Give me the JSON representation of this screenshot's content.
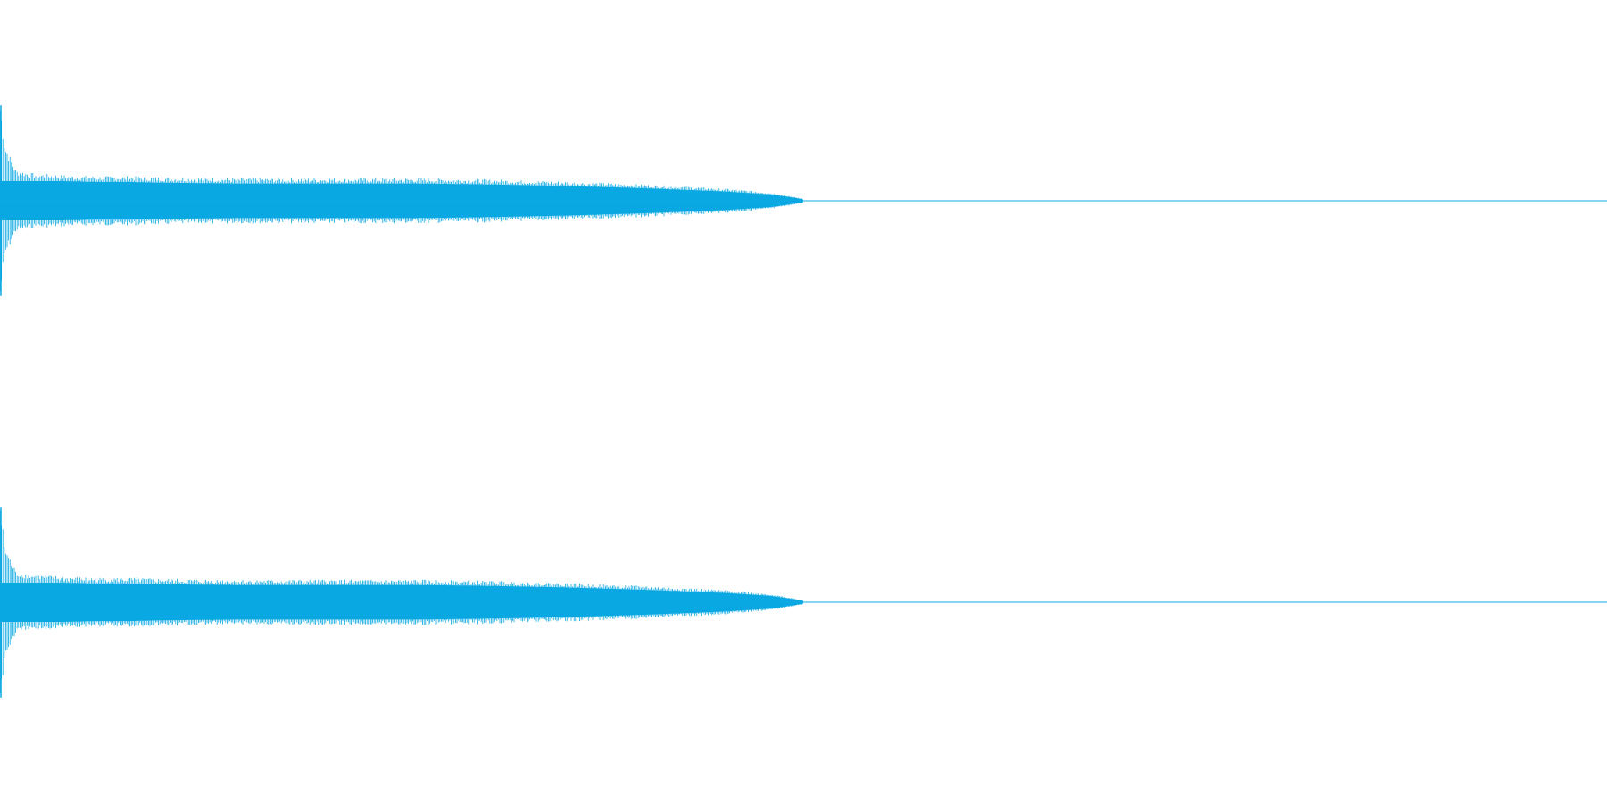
{
  "colors": {
    "background": "#ffffff",
    "waveform": "#0ba8e2"
  },
  "chart_data": {
    "type": "line",
    "title": "",
    "xlabel": "",
    "ylabel": "",
    "grid": false,
    "legend": "none",
    "x_range": [
      0,
      1
    ],
    "y_range": [
      -1,
      1
    ],
    "sound_end_fraction": 0.5,
    "series": [
      {
        "channel": 1,
        "envelope": {
          "x": [
            0.0,
            0.003,
            0.01,
            0.02,
            0.04,
            0.06,
            0.08,
            0.1,
            0.15,
            0.2,
            0.26,
            0.3,
            0.35,
            0.4,
            0.45,
            0.48,
            0.5
          ],
          "amplitude": [
            0.97,
            0.55,
            0.3,
            0.27,
            0.25,
            0.24,
            0.24,
            0.23,
            0.22,
            0.22,
            0.22,
            0.21,
            0.19,
            0.16,
            0.12,
            0.08,
            0.02
          ]
        }
      },
      {
        "channel": 2,
        "envelope": {
          "x": [
            0.0,
            0.003,
            0.01,
            0.02,
            0.04,
            0.06,
            0.08,
            0.1,
            0.15,
            0.2,
            0.26,
            0.3,
            0.35,
            0.4,
            0.45,
            0.48,
            0.5
          ],
          "amplitude": [
            0.97,
            0.55,
            0.3,
            0.27,
            0.25,
            0.24,
            0.24,
            0.23,
            0.22,
            0.22,
            0.22,
            0.21,
            0.19,
            0.16,
            0.12,
            0.08,
            0.02
          ]
        }
      }
    ]
  }
}
